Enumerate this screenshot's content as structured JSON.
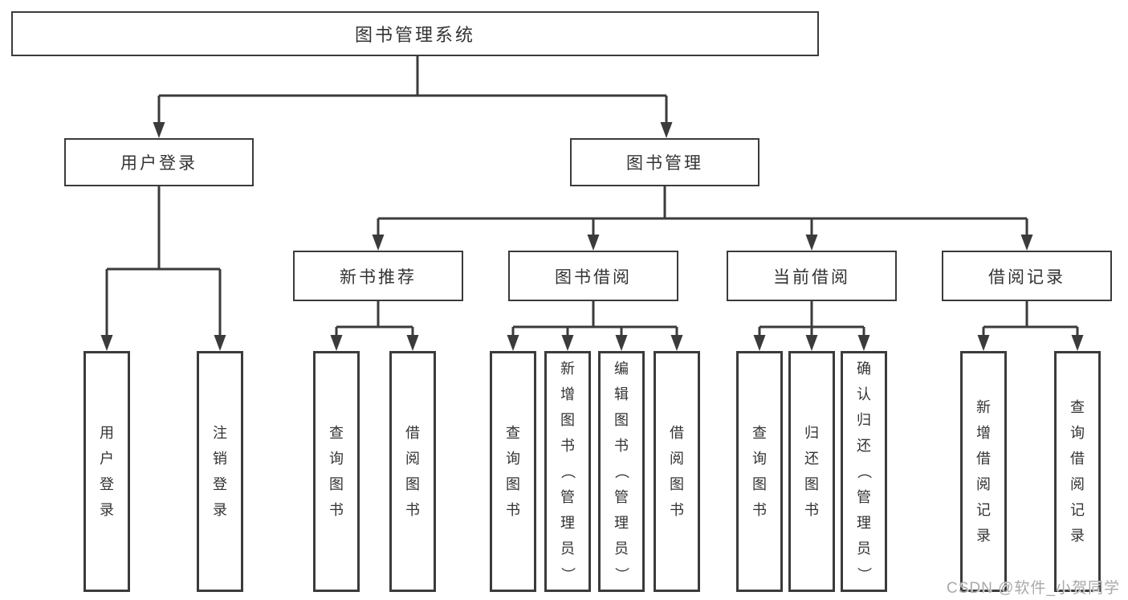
{
  "colors": {
    "line": "#3b3b3b",
    "text": "#333333",
    "background": "#ffffff",
    "watermark": "#a9a9a9"
  },
  "tree": {
    "root": "图书管理系统",
    "user_login": {
      "label": "用户登录",
      "children": {
        "login": "用户登录",
        "logout": "注销登录"
      }
    },
    "book_management": {
      "label": "图书管理",
      "sections": {
        "new_book_recommend": {
          "label": "新书推荐",
          "children": {
            "query_books": "查询图书",
            "borrow_books": "借阅图书"
          }
        },
        "book_borrowing": {
          "label": "图书借阅",
          "children": {
            "query_books": "查询图书",
            "add_books": "新增图书（管理员）",
            "edit_books": "编辑图书（管理员）",
            "borrow_books": "借阅图书"
          }
        },
        "current_borrowing": {
          "label": "当前借阅",
          "children": {
            "query_books": "查询图书",
            "return_books": "归还图书",
            "confirm_return": "确认归还（管理员）"
          }
        },
        "borrowing_records": {
          "label": "借阅记录",
          "children": {
            "add_record": "新增借阅记录",
            "query_record": "查询借阅记录"
          }
        }
      }
    }
  },
  "watermark": "CSDN @软件_小贺同学"
}
